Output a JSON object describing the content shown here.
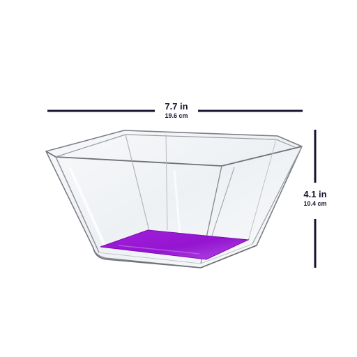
{
  "dimensions": {
    "width": {
      "inches": "7.7 in",
      "centimeters": "19.6 cm"
    },
    "height": {
      "inches": "4.1 in",
      "centimeters": "10.4 cm"
    }
  },
  "colors": {
    "dimension_line": "#151530",
    "glass_edge": "#7d7f86",
    "glass_fill": "#eef1f4",
    "base_tint": "#9b17d6",
    "background": "#ffffff"
  },
  "product": {
    "name": "square-glass-bowl"
  }
}
